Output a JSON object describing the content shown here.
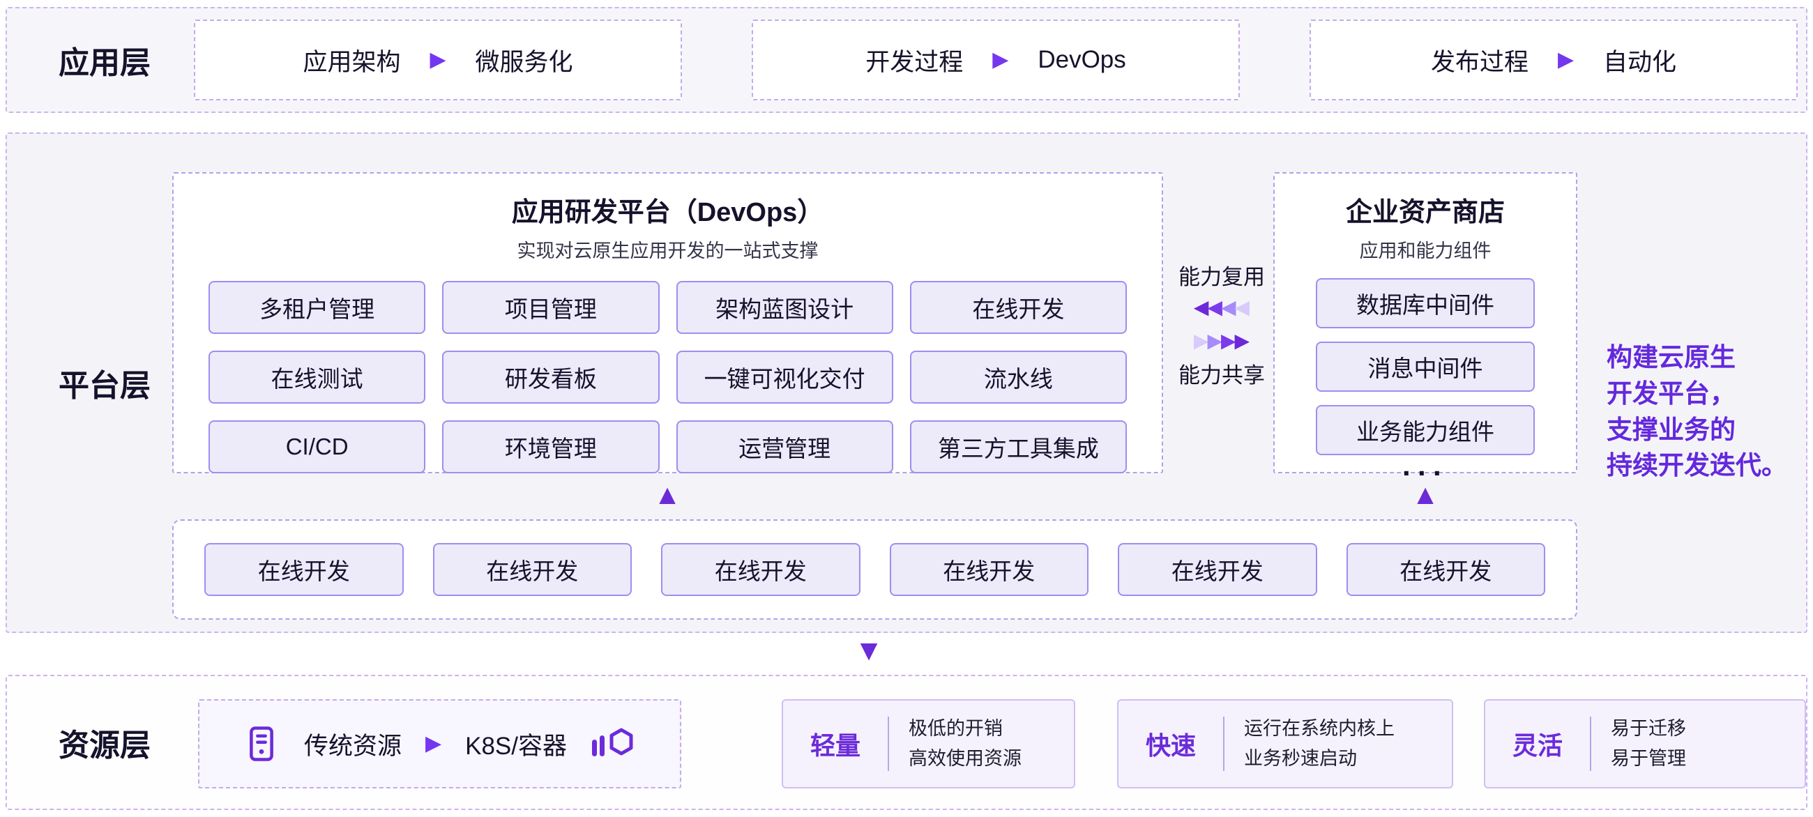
{
  "colors": {
    "accent": "#6c2bd9",
    "bright_arrow": "#7536f0"
  },
  "glyphs": {
    "play": "▶",
    "left": "◀",
    "right": "▶",
    "up": "▲",
    "down": "▼",
    "dots": "···"
  },
  "app_layer": {
    "label": "应用层",
    "items": [
      {
        "left": "应用架构",
        "right": "微服务化"
      },
      {
        "left": "开发过程",
        "right": "DevOps"
      },
      {
        "left": "发布过程",
        "right": "自动化"
      }
    ]
  },
  "platform_layer": {
    "label": "平台层",
    "devops": {
      "title": "应用研发平台（DevOps）",
      "subtitle": "实现对云原生应用开发的一站式支撑",
      "buttons": [
        "多租户管理",
        "项目管理",
        "架构蓝图设计",
        "在线开发",
        "在线测试",
        "研发看板",
        "一键可视化交付",
        "流水线",
        "CI/CD",
        "环境管理",
        "运营管理",
        "第三方工具集成"
      ]
    },
    "connector": {
      "reuse": "能力复用",
      "share": "能力共享"
    },
    "asset_store": {
      "title": "企业资产商店",
      "subtitle": "应用和能力组件",
      "items": [
        "数据库中间件",
        "消息中间件",
        "业务能力组件"
      ]
    },
    "tagline": [
      "构建云原生",
      "开发平台，",
      "支撑业务的",
      "持续开发迭代。"
    ],
    "bottom_row": [
      "在线开发",
      "在线开发",
      "在线开发",
      "在线开发",
      "在线开发",
      "在线开发"
    ]
  },
  "resource_layer": {
    "label": "资源层",
    "migration": {
      "left": "传统资源",
      "right": "K8S/容器"
    },
    "features": [
      {
        "title": "轻量",
        "line1": "极低的开销",
        "line2": "高效使用资源"
      },
      {
        "title": "快速",
        "line1": "运行在系统内核上",
        "line2": "业务秒速启动"
      },
      {
        "title": "灵活",
        "line1": "易于迁移",
        "line2": "易于管理"
      }
    ]
  }
}
